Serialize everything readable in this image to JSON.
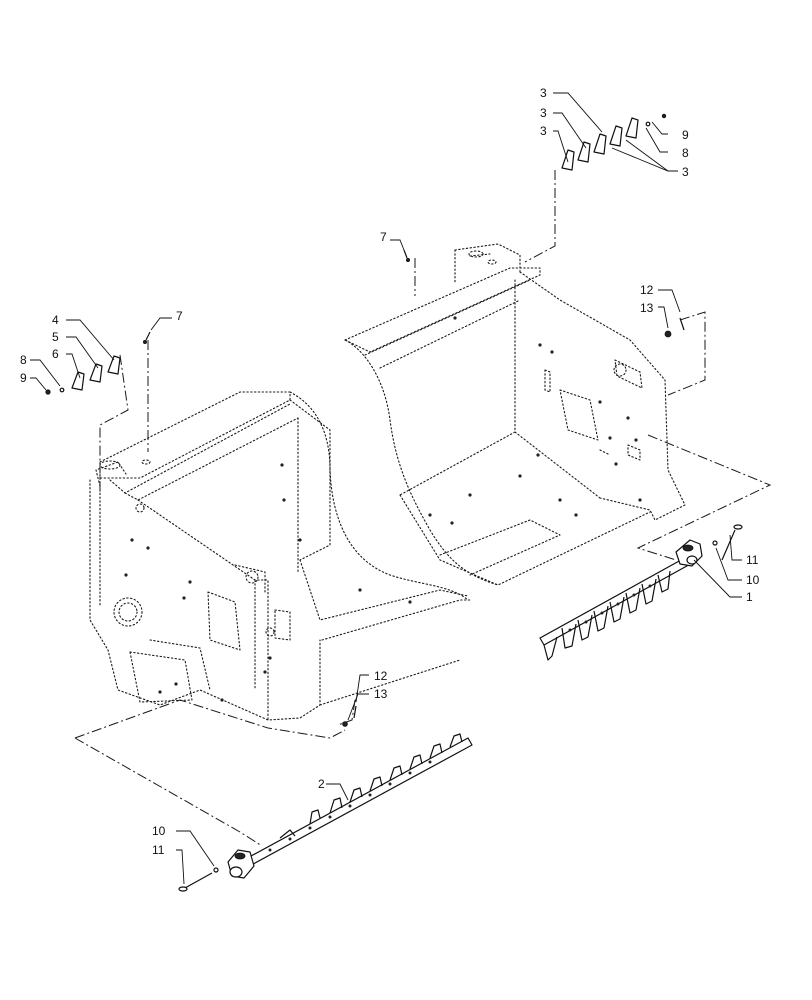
{
  "callouts": {
    "c1": "1",
    "c2": "2",
    "c3a": "3",
    "c3b": "3",
    "c3c": "3",
    "c3d": "3",
    "c4": "4",
    "c5": "5",
    "c6": "6",
    "c7a": "7",
    "c7b": "7",
    "c8a": "8",
    "c8b": "8",
    "c9a": "9",
    "c9b": "9",
    "c10a": "10",
    "c10b": "10",
    "c11a": "11",
    "c11b": "11",
    "c12a": "12",
    "c12b": "12",
    "c13a": "13",
    "c13b": "13"
  }
}
